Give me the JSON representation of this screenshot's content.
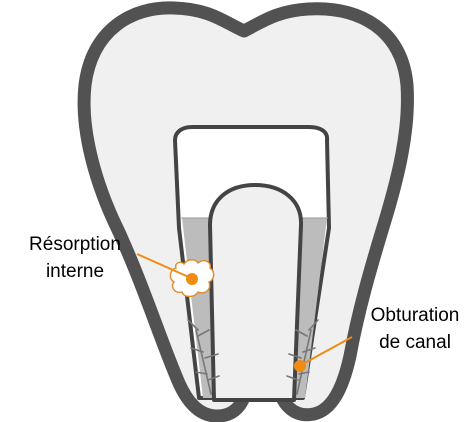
{
  "labels": {
    "resorption": [
      "Résorption",
      "interne"
    ],
    "obturation": [
      "Obturation",
      "de canal"
    ]
  },
  "colors": {
    "tooth_outline": "#525252",
    "tooth_fill": "#f0f0f0",
    "root_canal_outline": "#444444",
    "root_canal_fill": "#ffffff",
    "canal_fill_material": "#bcbcbc",
    "nerve_lines": "#777777",
    "callout_accent": "#f08c12",
    "lesion_outline": "#e08c2a",
    "text": "#000000"
  },
  "icons": [
    "tooth-diagram",
    "resorption-lesion",
    "obturation-marker"
  ]
}
